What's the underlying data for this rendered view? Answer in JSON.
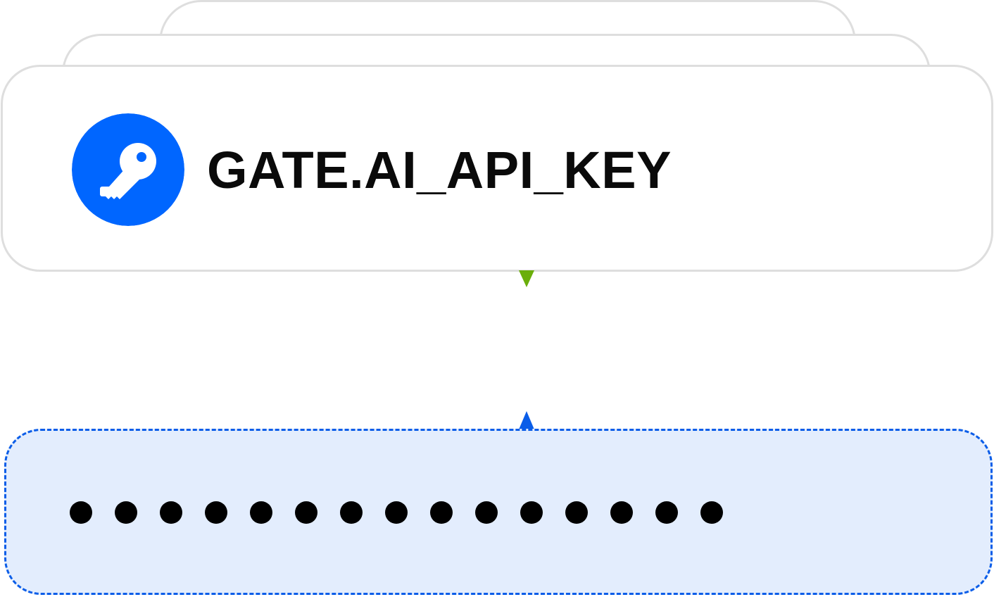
{
  "key_card": {
    "title": "GATE.AI_API_KEY",
    "icon": "key-icon",
    "icon_color": "#0066ff"
  },
  "connector": {
    "top_color": "#6aae0a",
    "bottom_color": "#0a5de8"
  },
  "value_card": {
    "masked_char": "●",
    "masked_length": 15,
    "border_color": "#0a5de8",
    "fill_color": "#e3edfd"
  },
  "stack_depth": 3
}
